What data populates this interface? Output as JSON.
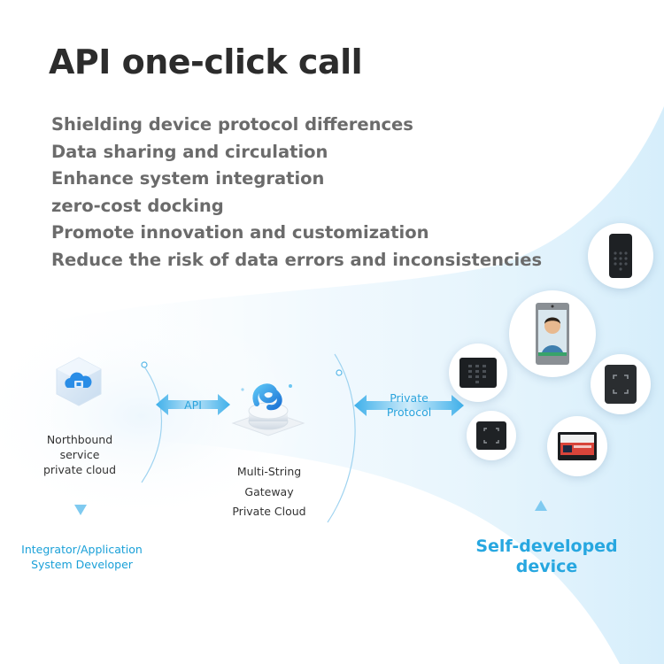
{
  "title": "API one-click call",
  "features": [
    "Shielding device protocol differences",
    "Data sharing and circulation",
    "Enhance system integration",
    "zero-cost docking",
    "Promote innovation and customization",
    "Reduce the risk of data errors and inconsistencies"
  ],
  "northbound": {
    "line1": "Northbound",
    "line2": "service",
    "line3": "private cloud",
    "role_line1": "Integrator/Application",
    "role_line2": "System Developer"
  },
  "api_label": "API",
  "gateway": {
    "line1": "Multi-String",
    "line2": "Gateway",
    "line3": "Private Cloud"
  },
  "protocol": {
    "line1": "Private",
    "line2": "Protocol"
  },
  "devices": {
    "line1": "Self-developed",
    "line2": "device"
  },
  "colors": {
    "accent": "#27a7e0",
    "title": "#2c2c2c",
    "feature_text": "#6b6b6b"
  },
  "icons": [
    "cloud-chip-icon",
    "gateway-ring-icon",
    "double-arrow-icon",
    "keypad-reader-device",
    "face-terminal-device",
    "card-reader-device",
    "display-panel-device"
  ]
}
